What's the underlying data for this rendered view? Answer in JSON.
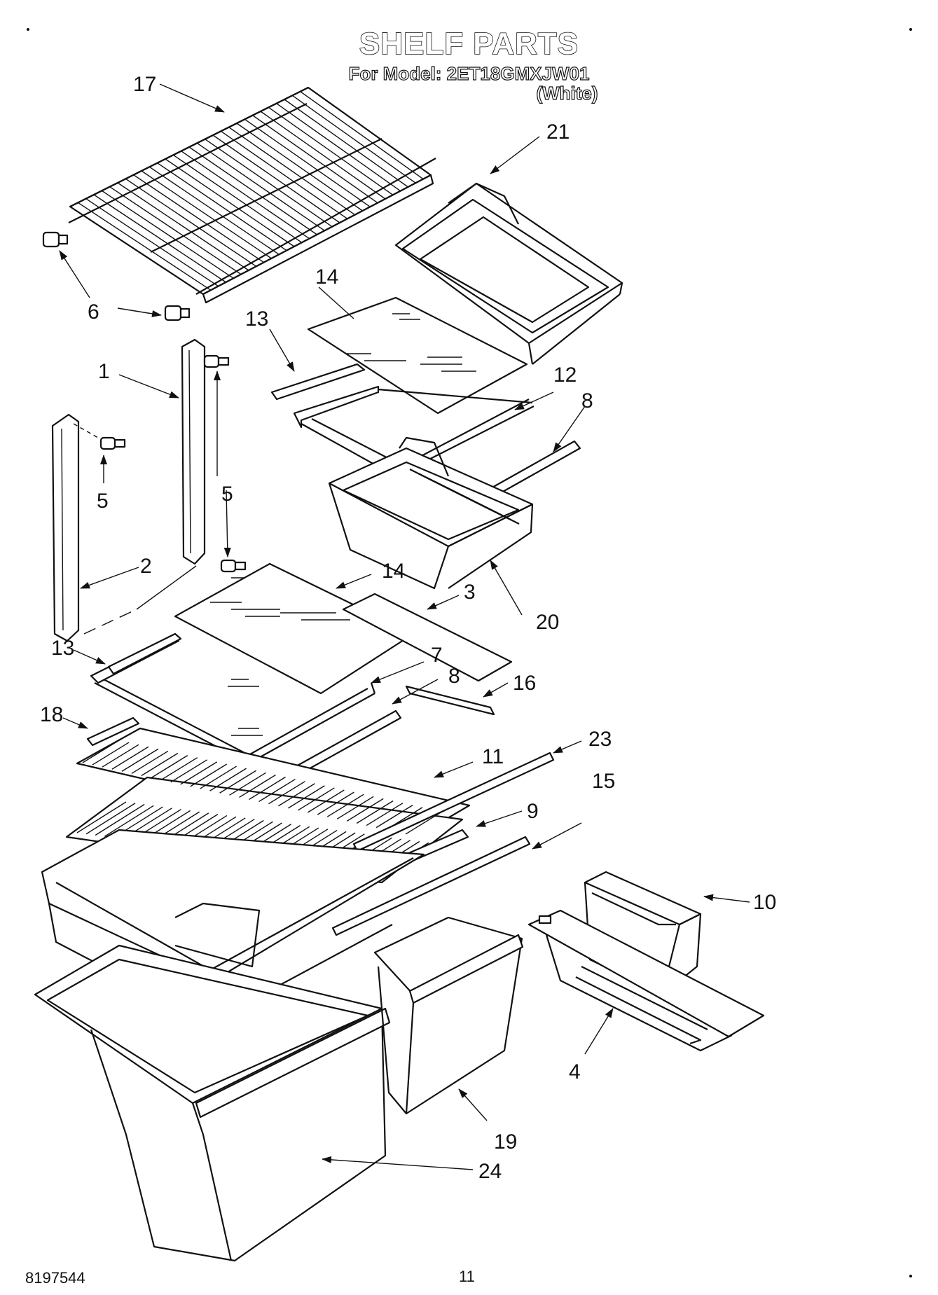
{
  "header": {
    "title": "SHELF PARTS",
    "model": "For Model: 2ET18GMXJW01",
    "variant": "(White)"
  },
  "callouts": [
    {
      "id": "17",
      "label": "17"
    },
    {
      "id": "21",
      "label": "21"
    },
    {
      "id": "6",
      "label": "6"
    },
    {
      "id": "14a",
      "label": "14"
    },
    {
      "id": "13a",
      "label": "13"
    },
    {
      "id": "1",
      "label": "1"
    },
    {
      "id": "12",
      "label": "12"
    },
    {
      "id": "8a",
      "label": "8"
    },
    {
      "id": "5a",
      "label": "5"
    },
    {
      "id": "5b",
      "label": "5"
    },
    {
      "id": "2",
      "label": "2"
    },
    {
      "id": "14b",
      "label": "14"
    },
    {
      "id": "3",
      "label": "3"
    },
    {
      "id": "20",
      "label": "20"
    },
    {
      "id": "13b",
      "label": "13"
    },
    {
      "id": "7",
      "label": "7"
    },
    {
      "id": "8b",
      "label": "8"
    },
    {
      "id": "16",
      "label": "16"
    },
    {
      "id": "18",
      "label": "18"
    },
    {
      "id": "23",
      "label": "23"
    },
    {
      "id": "11",
      "label": "11"
    },
    {
      "id": "15",
      "label": "15"
    },
    {
      "id": "9",
      "label": "9"
    },
    {
      "id": "10",
      "label": "10"
    },
    {
      "id": "4",
      "label": "4"
    },
    {
      "id": "19",
      "label": "19"
    },
    {
      "id": "24",
      "label": "24"
    }
  ],
  "footer": {
    "part_number": "8197544",
    "page_number": "11"
  }
}
